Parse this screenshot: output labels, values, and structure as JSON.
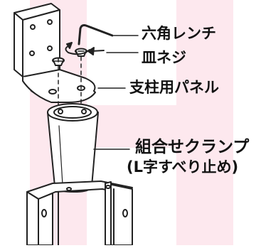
{
  "colors": {
    "background_letter": "#fde8ee",
    "line": "#222222",
    "fill": "#ffffff"
  },
  "background_icon": "letter-H-watermark",
  "labels": {
    "hex_wrench": "六角レンチ",
    "flat_screw": "皿ネジ",
    "support_panel": "支柱用パネル",
    "clamp_line1": "組合せクランプ",
    "clamp_line2": "(L字すべり止め)"
  }
}
